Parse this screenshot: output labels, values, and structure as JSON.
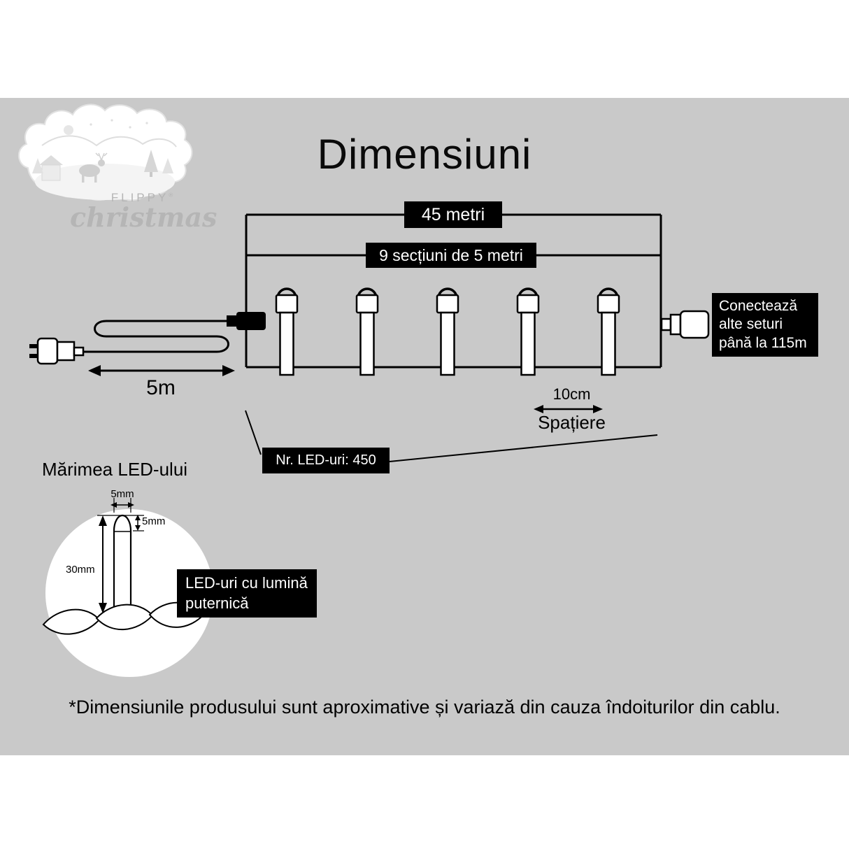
{
  "title": "Dimensiuni",
  "logo": {
    "brand": "FLIPPY",
    "registered": "®",
    "script": "christmas"
  },
  "diagram": {
    "total_length": "45 metri",
    "sections": "9 secțiuni de 5 metri",
    "lead_length": "5m",
    "connect_note": "Conectează alte seturi până la 115m",
    "spacing_value": "10cm",
    "spacing_label": "Spațiere",
    "led_count": "Nr. LED-uri: 450"
  },
  "led_detail": {
    "heading": "Mărimea LED-ului",
    "width": "5mm",
    "tip_height": "5mm",
    "total_height": "30mm",
    "callout": "LED-uri cu lumină puternică"
  },
  "footnote": "*Dimensiunile produsului sunt aproximative și variază din cauza îndoiturilor din cablu.",
  "colors": {
    "background": "#c9c9c9",
    "panel": "#ffffff",
    "label_bg": "#000000",
    "label_text": "#ffffff",
    "logo_text": "#b5b5b5"
  }
}
